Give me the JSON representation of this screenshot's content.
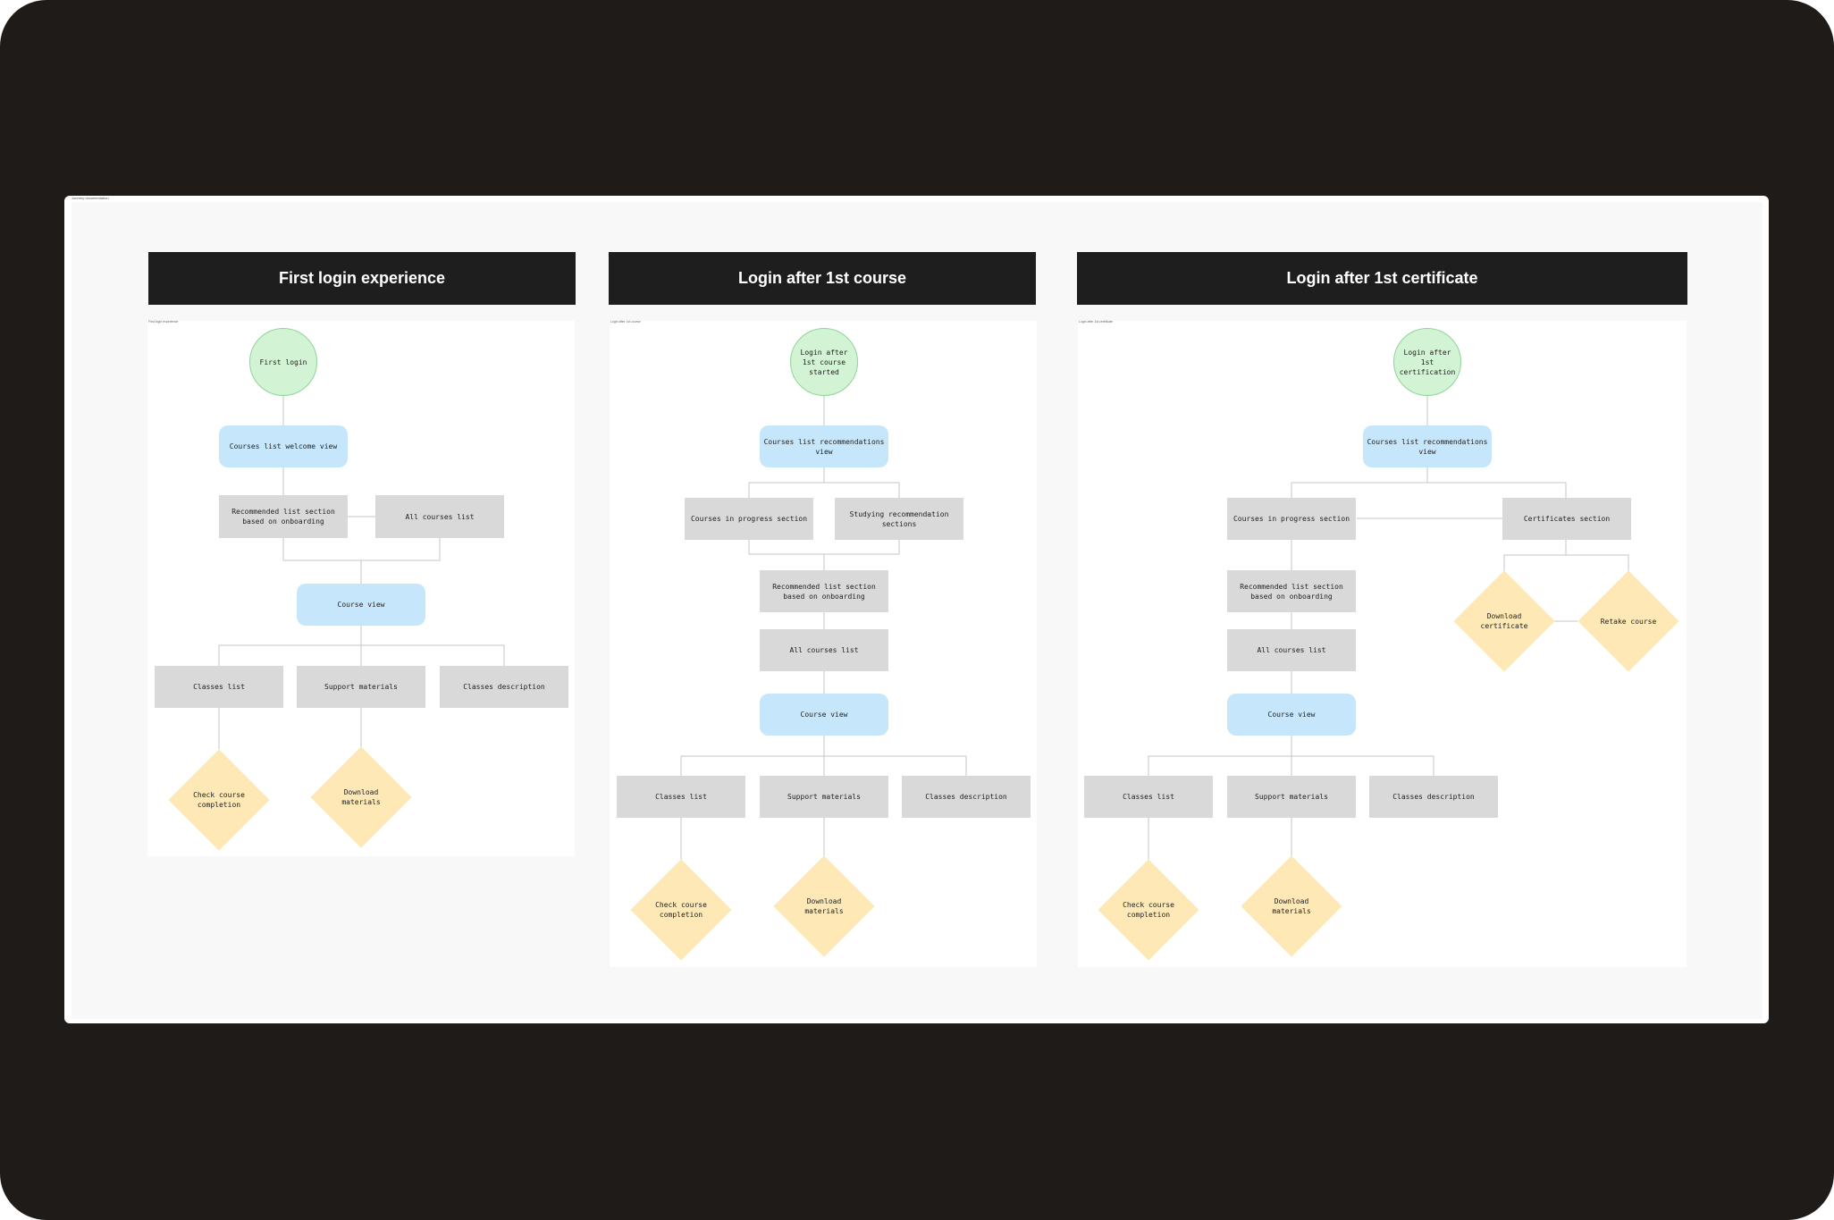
{
  "board": {
    "label": "Journey documentation"
  },
  "columns": [
    {
      "title": "First login experience",
      "frame_label": "First login experience",
      "nodes": {
        "start": "First login",
        "welcome": "Courses list welcome view",
        "recommended": "Recommended list section based on onboarding",
        "all_courses": "All courses list",
        "course_view": "Course view",
        "classes_list": "Classes list",
        "support": "Support materials",
        "classes_desc": "Classes description",
        "check_completion": "Check course completion",
        "download_materials": "Download materials"
      }
    },
    {
      "title": "Login after 1st course",
      "frame_label": "Login after 1st course",
      "nodes": {
        "start": "Login after 1st course started",
        "recommendations": "Courses list recommendations view",
        "in_progress": "Courses in progress section",
        "studying": "Studying recommendation sections",
        "recommended": "Recommended list section based on onboarding",
        "all_courses": "All courses list",
        "course_view": "Course view",
        "classes_list": "Classes list",
        "support": "Support materials",
        "classes_desc": "Classes description",
        "check_completion": "Check course completion",
        "download_materials": "Download materials"
      }
    },
    {
      "title": "Login after 1st certificate",
      "frame_label": "Login after 1st certificate",
      "nodes": {
        "start": "Login after 1st certification",
        "recommendations": "Courses list recommendations view",
        "in_progress": "Courses in progress section",
        "certificates": "Certificates section",
        "recommended": "Recommended list section based on onboarding",
        "all_courses": "All courses list",
        "download_certificate": "Download certificate",
        "retake": "Retake course",
        "course_view": "Course view",
        "classes_list": "Classes list",
        "support": "Support materials",
        "classes_desc": "Classes description",
        "check_completion": "Check course completion",
        "download_materials": "Download materials"
      }
    }
  ],
  "colors": {
    "start": "#d2f3d4",
    "view": "#c6e6fb",
    "section": "#d9d9d9",
    "action": "#fde8b6",
    "header": "#1e1e1e"
  }
}
